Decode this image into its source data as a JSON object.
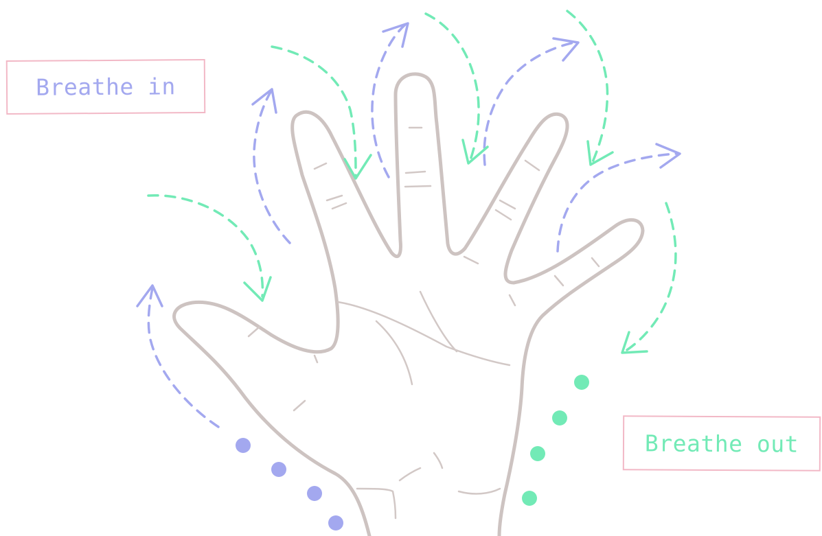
{
  "labels": {
    "breathe_in": "Breathe in",
    "breathe_out": "Breathe out"
  },
  "colors": {
    "breathe_in": "#a3a8ef",
    "breathe_out": "#72eab6",
    "hand_outline": "#cdc3c1",
    "label_border": "#f2b8c6"
  },
  "icons": {
    "hand": "open-hand-outline",
    "inhale_arrows": "dashed-arrow-up",
    "exhale_arrows": "dashed-arrow-down",
    "dots": "dot"
  }
}
